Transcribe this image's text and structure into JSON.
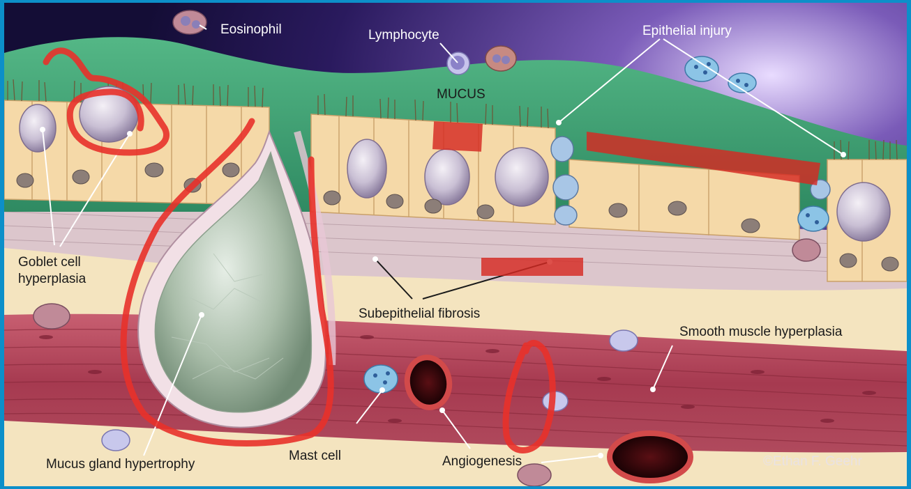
{
  "labels": {
    "eosinophil": "Eosinophil",
    "lymphocyte": "Lymphocyte",
    "epithelial_injury": "Epithelial injury",
    "mucus": "MUCUS",
    "goblet_line1": "Goblet cell",
    "goblet_line2": "hyperplasia",
    "subepithelial_fibrosis": "Subepithelial fibrosis",
    "smooth_muscle": "Smooth muscle hyperplasia",
    "mucus_gland": "Mucus gland hypertrophy",
    "mast_cell": "Mast cell",
    "angiogenesis": "Angiogenesis",
    "credit": "©Ethan F. Geehr"
  },
  "colors": {
    "background": "#1a1240",
    "mucus": "#3f9e6e",
    "epithelium": "#f5d9a8",
    "fibrosis": "#d9c2c8",
    "submucosa": "#f4e4bf",
    "muscle": "#b5485c",
    "annotation_red": "#e8312a",
    "frame": "#0c8fc9"
  }
}
